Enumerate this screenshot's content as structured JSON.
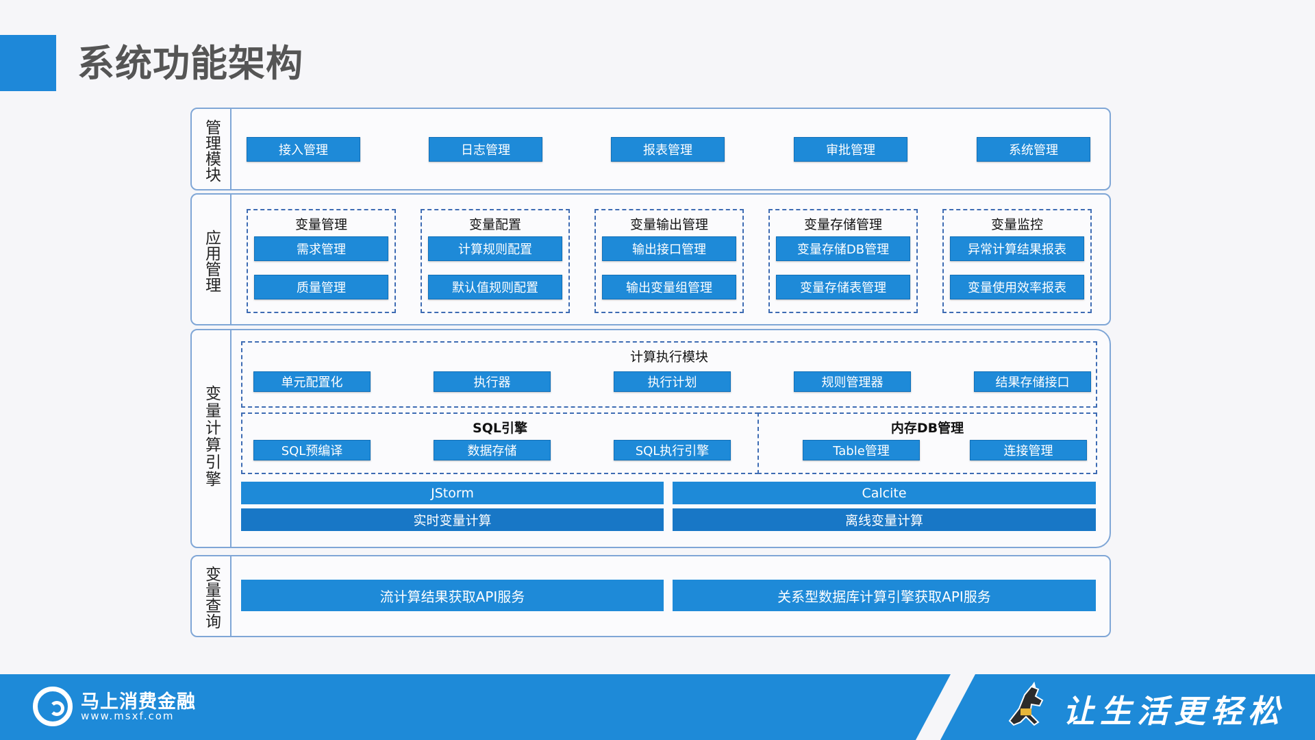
{
  "page_title": "系统功能架构",
  "management": {
    "label": "管理模块",
    "items": [
      "接入管理",
      "日志管理",
      "报表管理",
      "审批管理",
      "系统管理"
    ]
  },
  "application": {
    "label": "应用管理",
    "groups": [
      {
        "title": "变量管理",
        "items": [
          "需求管理",
          "质量管理"
        ]
      },
      {
        "title": "变量配置",
        "items": [
          "计算规则配置",
          "默认值规则配置"
        ]
      },
      {
        "title": "变量输出管理",
        "items": [
          "输出接口管理",
          "输出变量组管理"
        ]
      },
      {
        "title": "变量存储管理",
        "items": [
          "变量存储DB管理",
          "变量存储表管理"
        ]
      },
      {
        "title": "变量监控",
        "items": [
          "异常计算结果报表",
          "变量使用效率报表"
        ]
      }
    ]
  },
  "engine": {
    "label": "变量计算引擎",
    "exec_module": {
      "title": "计算执行模块",
      "items": [
        "单元配置化",
        "执行器",
        "执行计划",
        "规则管理器",
        "结果存储接口"
      ]
    },
    "sql_engine": {
      "title": "SQL引擎",
      "items": [
        "SQL预编译",
        "数据存储",
        "SQL执行引擎"
      ]
    },
    "memdb": {
      "title": "内存DB管理",
      "items": [
        "Table管理",
        "连接管理"
      ]
    },
    "platforms": [
      "JStorm",
      "Calcite"
    ],
    "compute": [
      "实时变量计算",
      "离线变量计算"
    ]
  },
  "query": {
    "label": "变量查询",
    "services": [
      "流计算结果获取API服务",
      "关系型数据库计算引擎获取API服务"
    ]
  },
  "footer": {
    "brand": "马上消费金融",
    "url": "www.msxf.com",
    "slogan": "让生活更轻松"
  },
  "colors": {
    "accent": "#1e88d9",
    "button": "#1e8ad8",
    "border": "#7fa6d6",
    "dash": "#3d6bb3"
  }
}
